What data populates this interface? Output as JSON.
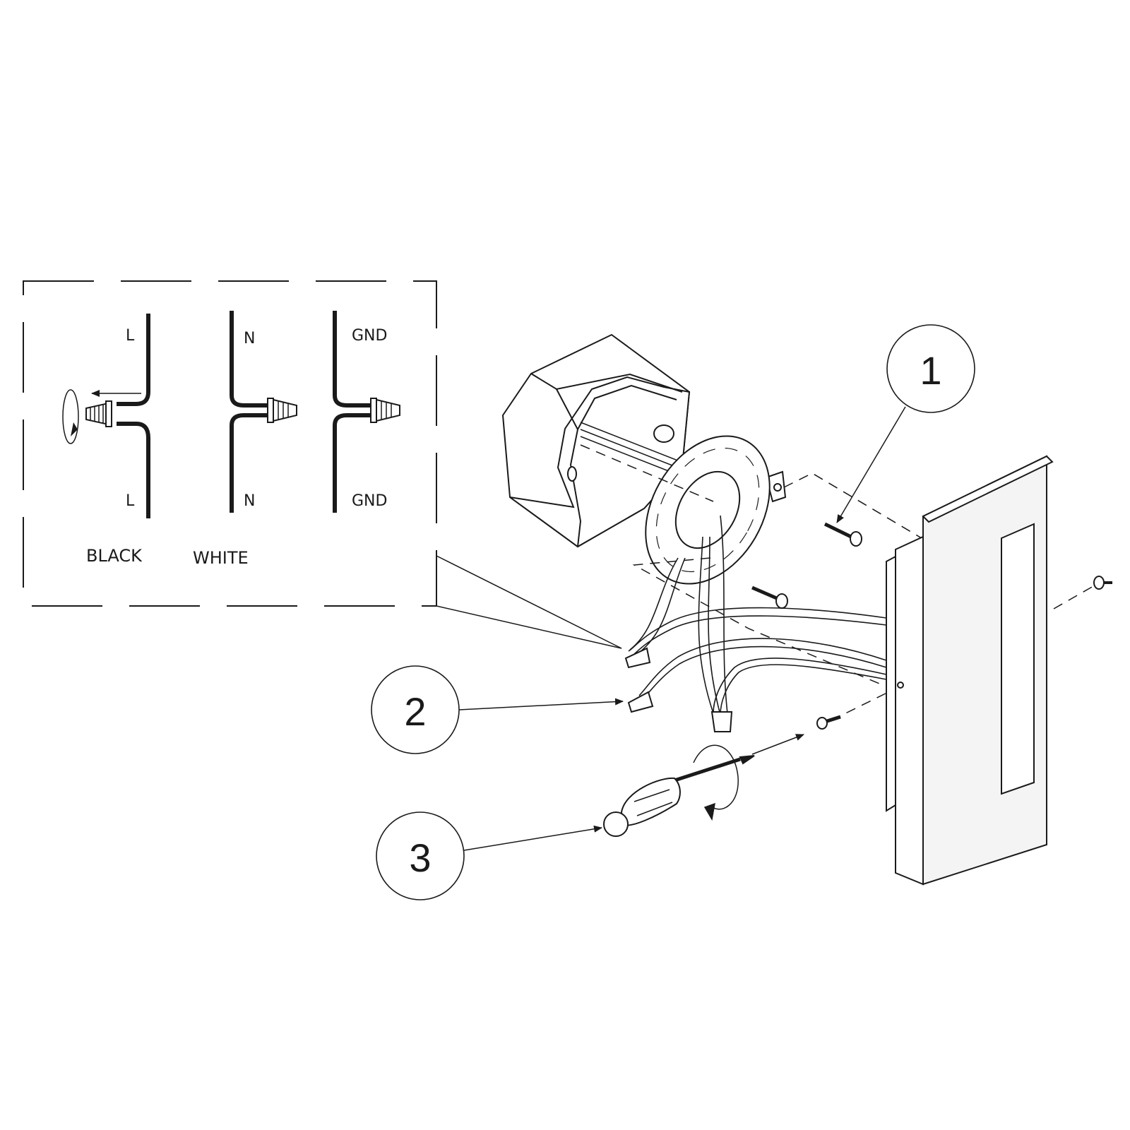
{
  "inset": {
    "wires": [
      {
        "top_label": "L",
        "bottom_label": "L",
        "color_label": "BLACK"
      },
      {
        "top_label": "N",
        "bottom_label": "N",
        "color_label": "WHITE"
      },
      {
        "top_label": "GND",
        "bottom_label": "GND",
        "color_label": ""
      }
    ]
  },
  "callouts": [
    {
      "number": "1"
    },
    {
      "number": "2"
    },
    {
      "number": "3"
    }
  ],
  "colors": {
    "line": "#1a1a1a",
    "background": "#ffffff",
    "fixture_fill": "#f4f4f4"
  }
}
